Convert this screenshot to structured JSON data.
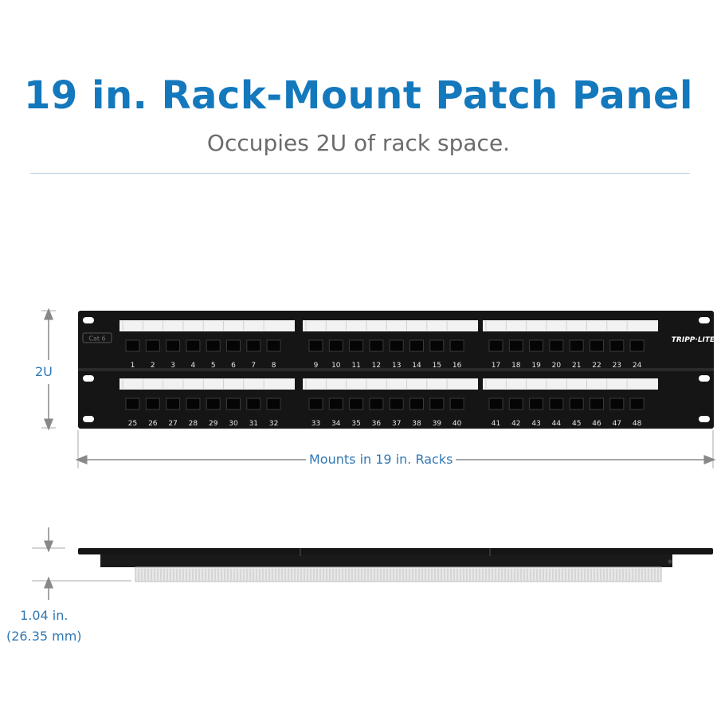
{
  "header": {
    "title": "19 in. Rack-Mount Patch Panel",
    "subtitle": "Occupies 2U of rack space."
  },
  "dimensions": {
    "height_label": "2U",
    "width_label": "Mounts in 19 in. Racks",
    "depth_label_in": "1.04 in.",
    "depth_label_mm": "(26.35 mm)"
  },
  "panel": {
    "brand": "TRIPP·LITE",
    "category_badge": "Cat 6",
    "port_count": 48,
    "ports_per_row": 24,
    "rows": 2
  },
  "colors": {
    "title": "#1478bd",
    "accent": "#2f78b3",
    "panel": "#141414"
  }
}
